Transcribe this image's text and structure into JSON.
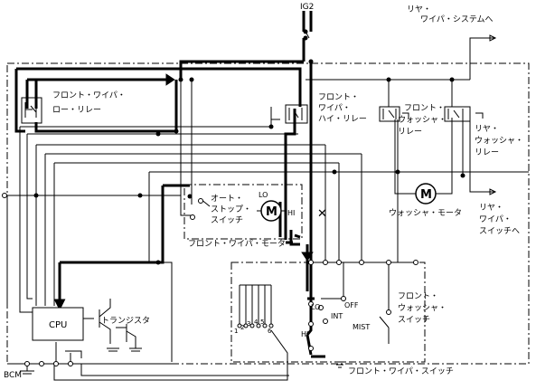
{
  "labels": {
    "ig2": "IG2",
    "rear_system_1": "リヤ・",
    "rear_system_2": "ワイパ・システムへ",
    "front_lo_relay_1": "フロント・ワイパ・",
    "front_lo_relay_2": "ロー・リレー",
    "front_hi_relay_1": "フロント・",
    "front_hi_relay_2": "ワイパ・",
    "front_hi_relay_3": "ハイ・リレー",
    "washer_relay_1": "フロント・",
    "washer_relay_2": "ウォッシャ・",
    "washer_relay_3": "リレー",
    "rear_washer_relay_1": "リヤ・",
    "rear_washer_relay_2": "ウォッシャ・",
    "rear_washer_relay_3": "リレー",
    "auto_stop_1": "オート・",
    "auto_stop_2": "ストップ・",
    "auto_stop_3": "スイッチ",
    "motor_lo": "LO",
    "motor_hi": "HI",
    "motor_m": "M",
    "front_motor": "フロント・ワイパ・モータ",
    "washer_motor": "ウォッシャ・モータ",
    "washer_motor_m": "M",
    "rear_switch_1": "リヤ・",
    "rear_switch_2": "ワイパ・",
    "rear_switch_3": "スイッチへ",
    "cpu": "CPU",
    "transistor": "トランジスタ",
    "bcm": "BCM",
    "sw_lo": "LO",
    "sw_int": "INT",
    "sw_off": "OFF",
    "sw_mist": "MIST",
    "sw_hi": "HI",
    "washer_switch_1": "フロント・",
    "washer_switch_2": "ウォッシャ・",
    "washer_switch_3": "スイッチ",
    "front_wiper_switch": "フロント・ワイパ・スイッチ",
    "int_1": "1",
    "int_2": "2",
    "int_3": "3",
    "int_4": "4",
    "int_5": "5",
    "int_6": "6",
    "break_mark": "✕"
  }
}
